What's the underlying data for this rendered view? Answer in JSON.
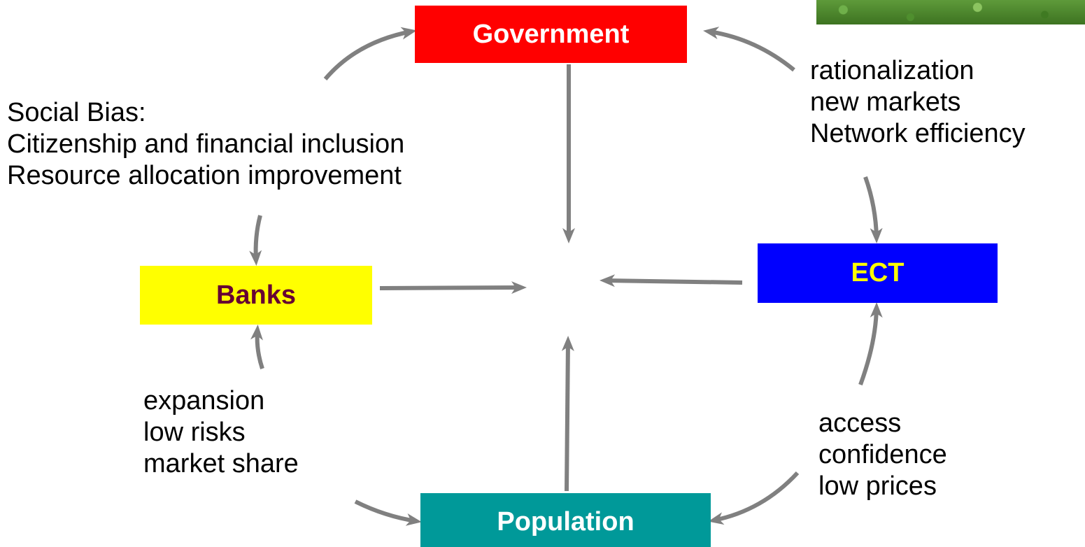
{
  "nodes": {
    "government": {
      "label": "Government",
      "bg": "#ff0000",
      "fg": "#ffffff"
    },
    "banks": {
      "label": "Banks",
      "bg": "#ffff00",
      "fg": "#660033"
    },
    "ect": {
      "label": "ECT",
      "bg": "#0000ff",
      "fg": "#ffff00"
    },
    "population": {
      "label": "Population",
      "bg": "#009999",
      "fg": "#ffffff"
    }
  },
  "labels": {
    "social_bias": {
      "lines": [
        "Social Bias:",
        "Citizenship and financial inclusion",
        "Resource allocation improvement"
      ]
    },
    "government_ect": {
      "lines": [
        "rationalization",
        "new markets",
        "Network efficiency"
      ]
    },
    "banks_population": {
      "lines": [
        "expansion",
        "low risks",
        "market share"
      ]
    },
    "ect_population": {
      "lines": [
        "access",
        "confidence",
        "low prices"
      ]
    }
  },
  "arrow_color": "#808080"
}
